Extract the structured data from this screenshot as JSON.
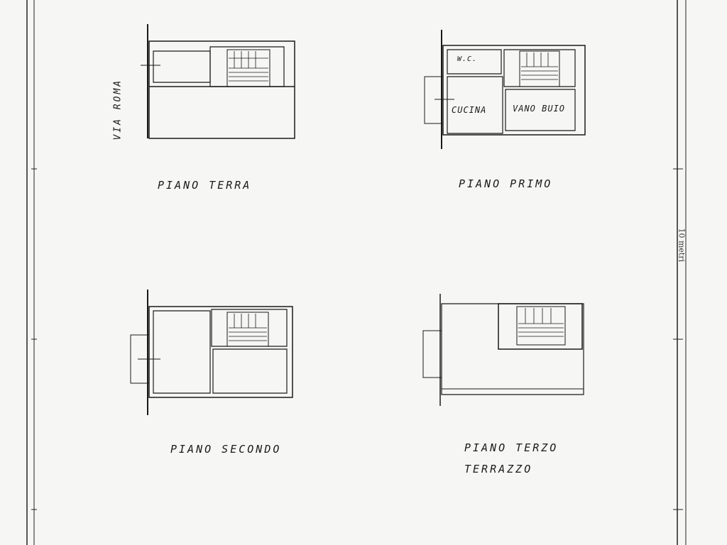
{
  "street_name": "VIA ROMA",
  "scale_note": "10 metri",
  "floors": [
    {
      "label": "PIANO TERRA"
    },
    {
      "label": "PIANO PRIMO"
    },
    {
      "label": "PIANO SECONDO"
    },
    {
      "label": "PIANO TERZO"
    }
  ],
  "terrace_label": "TERRAZZO",
  "rooms": {
    "wc": "W.C.",
    "kitchen": "CUCINA",
    "dark_room": "VANO BUIO"
  },
  "colors": {
    "ink": "#1a1a1a",
    "paper": "#f6f6f4"
  }
}
